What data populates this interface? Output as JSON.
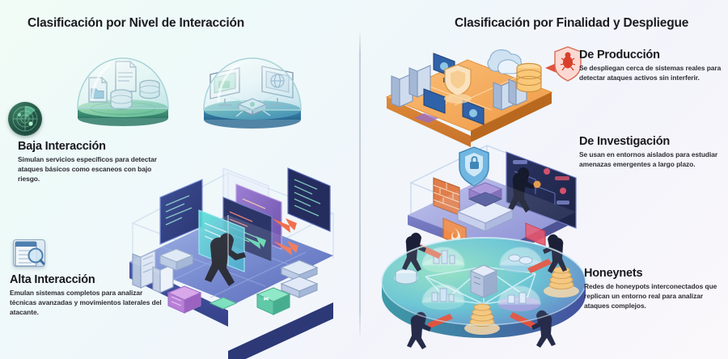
{
  "headings": {
    "left": "Clasificación por Nivel de Interacción",
    "right": "Clasificación por Finalidad y Despliegue"
  },
  "left_column": {
    "items": [
      {
        "id": "baja-interaccion",
        "title": "Baja Interacción",
        "description": "Simulan servicios específicos para detectar ataques básicos como escaneos con bajo riesgo.",
        "badge_icon": "radar-icon"
      },
      {
        "id": "alta-interaccion",
        "title": "Alta Interacción",
        "description": "Emulan sistemas completos para analizar técnicas avanzadas y movimientos laterales del atacante.",
        "badge_icon": "document-magnifier-icon"
      }
    ],
    "illustrations": [
      {
        "id": "dome-services",
        "name": "glass-dome-low-interaction-services",
        "platform_color": "#8fd4a8",
        "icons": [
          "file-icon",
          "folder-file-icon",
          "database-icon",
          "database-icon"
        ]
      },
      {
        "id": "dome-network",
        "name": "glass-dome-low-interaction-network",
        "platform_color": "#5aa8c4",
        "icons": [
          "monitor-icon",
          "globe-monitor-icon",
          "server-node-icon"
        ]
      },
      {
        "id": "high-interaction-scene",
        "name": "isometric-high-interaction-environment",
        "platform_color": "#5c6fc0",
        "icons": [
          "code-screen-icon",
          "hacker-icon",
          "server-rack-icon",
          "cube-icon",
          "arrow-icon"
        ]
      }
    ]
  },
  "right_column": {
    "items": [
      {
        "id": "de-produccion",
        "title": "De Producción",
        "description": "Se despliegan cerca de sistemas reales para detectar ataques activos sin interferir.",
        "accent_color": "#f2a14b"
      },
      {
        "id": "de-investigacion",
        "title": "De Investigación",
        "description": "Se usan en entornos aislados para estudiar amenazas emergentes a largo plazo.",
        "accent_color": "#8e93d6"
      },
      {
        "id": "honeynets",
        "title": "Honeynets",
        "description": "Redes de honeypots interconectados que replican un entorno real para analizar ataques complejos.",
        "accent_color": "#59b0c9"
      }
    ],
    "illustrations": [
      {
        "id": "production-platform",
        "name": "isometric-production-network",
        "platform_color": "#f2a14b",
        "icons": [
          "server-icon",
          "monitor-icon",
          "cloud-icon",
          "shield-icon",
          "database-icon",
          "bug-shield-icon",
          "red-arrow-icon"
        ]
      },
      {
        "id": "research-lab",
        "name": "isometric-research-sandbox",
        "platform_color": "#8e93d6",
        "icons": [
          "firewall-brick-icon",
          "lock-shield-icon",
          "analytics-screen-icon",
          "hacker-icon",
          "flame-icon",
          "server-stack-icon"
        ]
      },
      {
        "id": "honeynet-disc",
        "name": "isometric-honeynet-mesh",
        "platform_color": "#59b0c9",
        "icons": [
          "mini-dome-icon",
          "hacker-icon",
          "honeypot-stack-icon",
          "server-icon",
          "database-icon",
          "link-line-icon"
        ]
      }
    ]
  },
  "theme": {
    "background_start": "#f2fcf6",
    "background_end": "#fbf8fb",
    "title_color": "#1b1b20",
    "body_text_color": "#2d2d34",
    "divider_color": "#bac8d4"
  }
}
